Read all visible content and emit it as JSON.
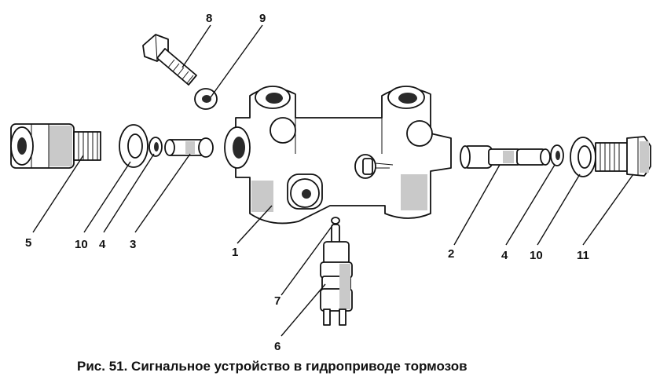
{
  "caption": "Рис. 51. Сигнальное устройство в гидроприводе тормозов",
  "callouts": {
    "c1": "1",
    "c2": "2",
    "c3": "3",
    "c4a": "4",
    "c4b": "4",
    "c5": "5",
    "c6": "6",
    "c7": "7",
    "c8": "8",
    "c9": "9",
    "c10a": "10",
    "c10b": "10",
    "c11": "11"
  }
}
